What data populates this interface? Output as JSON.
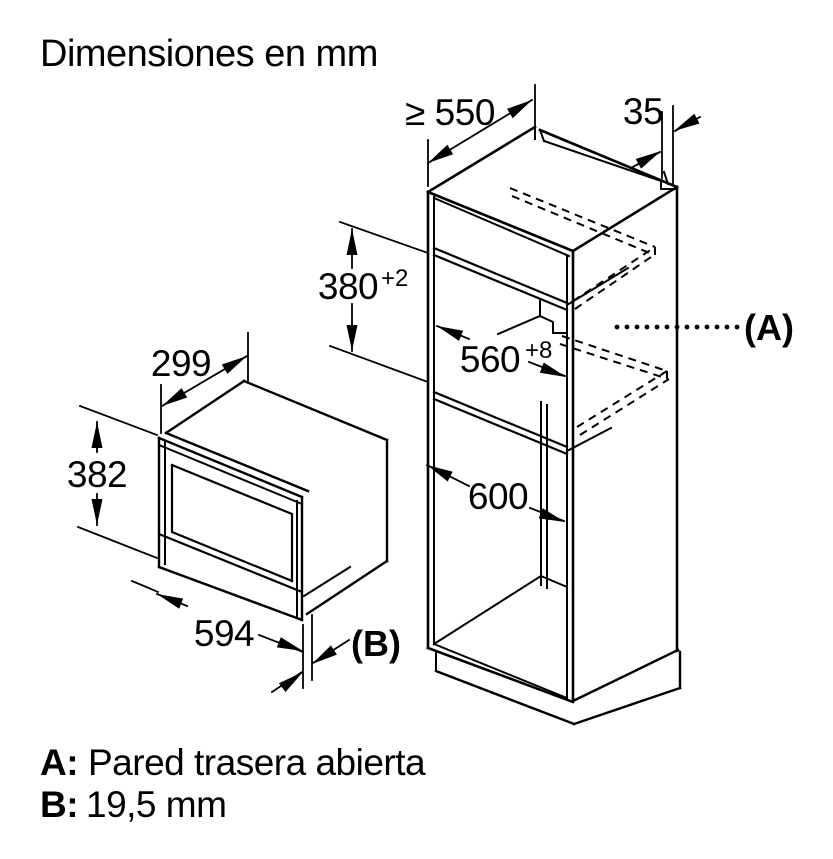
{
  "title": "Dimensiones en mm",
  "colors": {
    "line": "#000000",
    "background": "#ffffff"
  },
  "cabinet_dims": {
    "depth_min": "≥ 550",
    "top_rear_clearance": "35",
    "niche_height": "380",
    "niche_height_tol": "+2",
    "niche_width": "560",
    "niche_width_tol": "+8",
    "cabinet_width": "600",
    "callout_a": "(A)"
  },
  "appliance_dims": {
    "depth": "299",
    "height": "382",
    "width": "594",
    "callout_b": "(B)"
  },
  "legend": {
    "a_key": "A:",
    "a_value": "Pared trasera abierta",
    "b_key": "B:",
    "b_value": "19,5 mm"
  }
}
